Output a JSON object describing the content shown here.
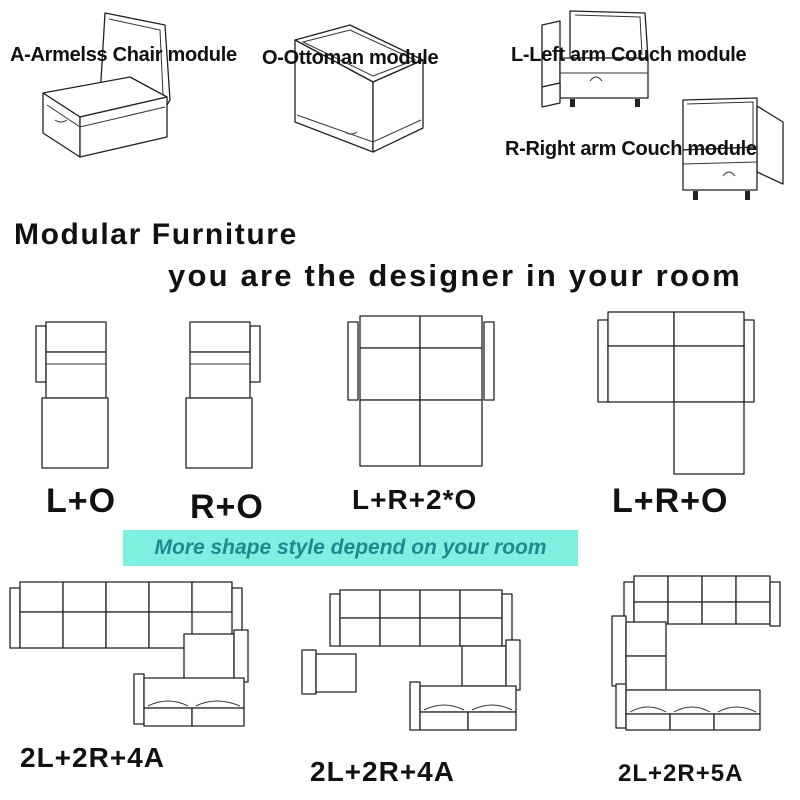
{
  "modules": {
    "armless": "A-Armelss Chair module",
    "ottoman": "O-Ottoman module",
    "left_arm": "L-Left arm Couch module",
    "right_arm": "R-Right arm Couch module"
  },
  "heading": {
    "line1": "Modular Furniture",
    "line2": "you are the designer in your room"
  },
  "configs_row1": [
    "L+O",
    "R+O",
    "L+R+2*O",
    "L+R+O"
  ],
  "banner": {
    "text": "More shape style depend on your room",
    "bg_color": "#7ef0e0",
    "text_color": "#1f8a8e"
  },
  "configs_row2": [
    "2L+2R+4A",
    "2L+2R+4A",
    "2L+2R+5A"
  ]
}
